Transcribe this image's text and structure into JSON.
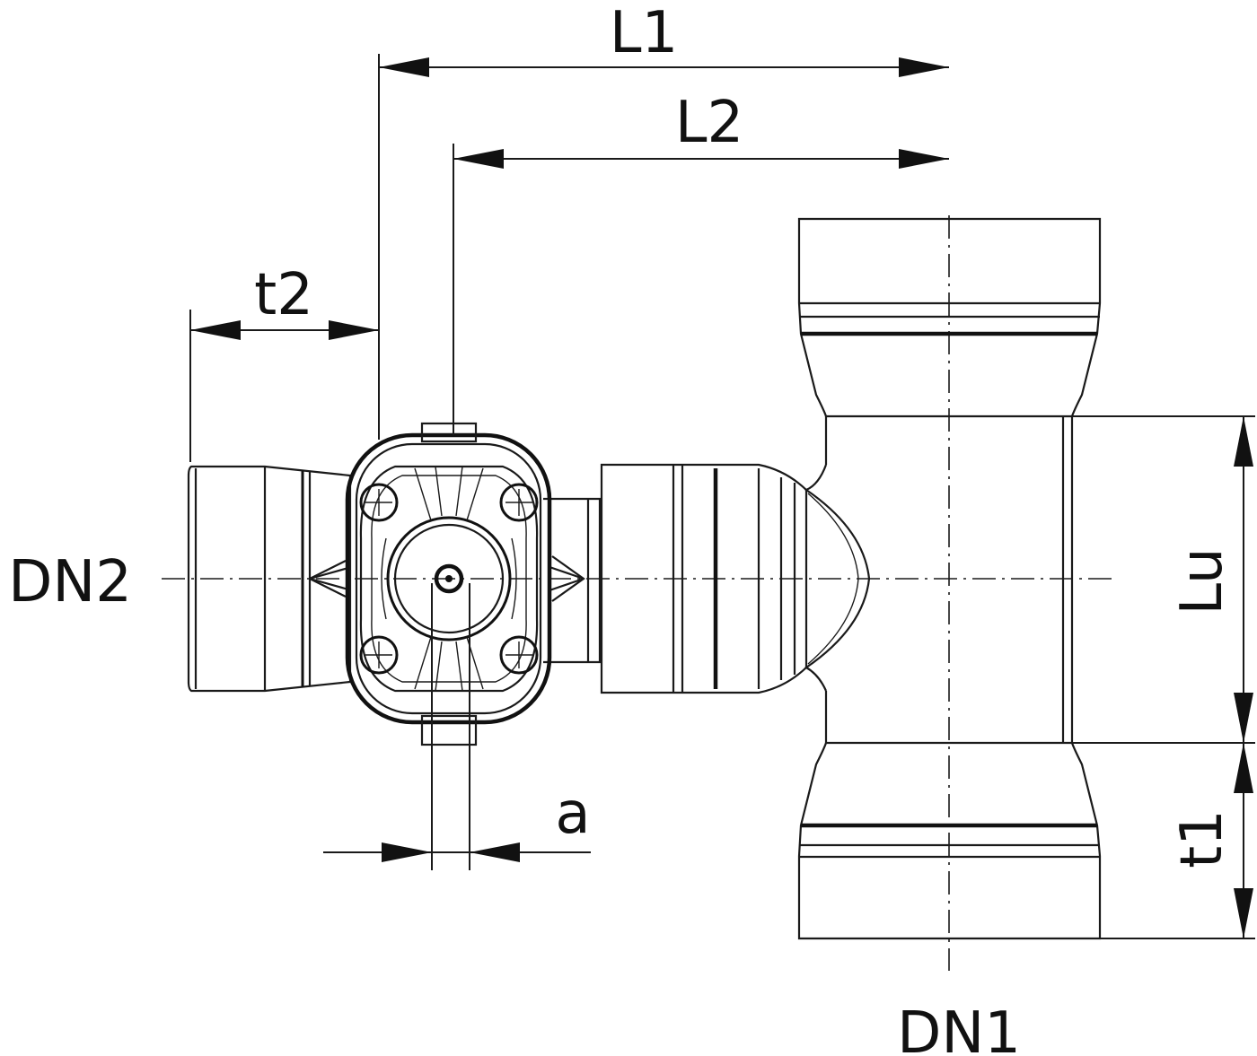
{
  "labels": {
    "L1": "L1",
    "L2": "L2",
    "t2": "t2",
    "DN2": "DN2",
    "a": "a",
    "Lu": "Lu",
    "t1": "t1",
    "DN1": "DN1"
  }
}
